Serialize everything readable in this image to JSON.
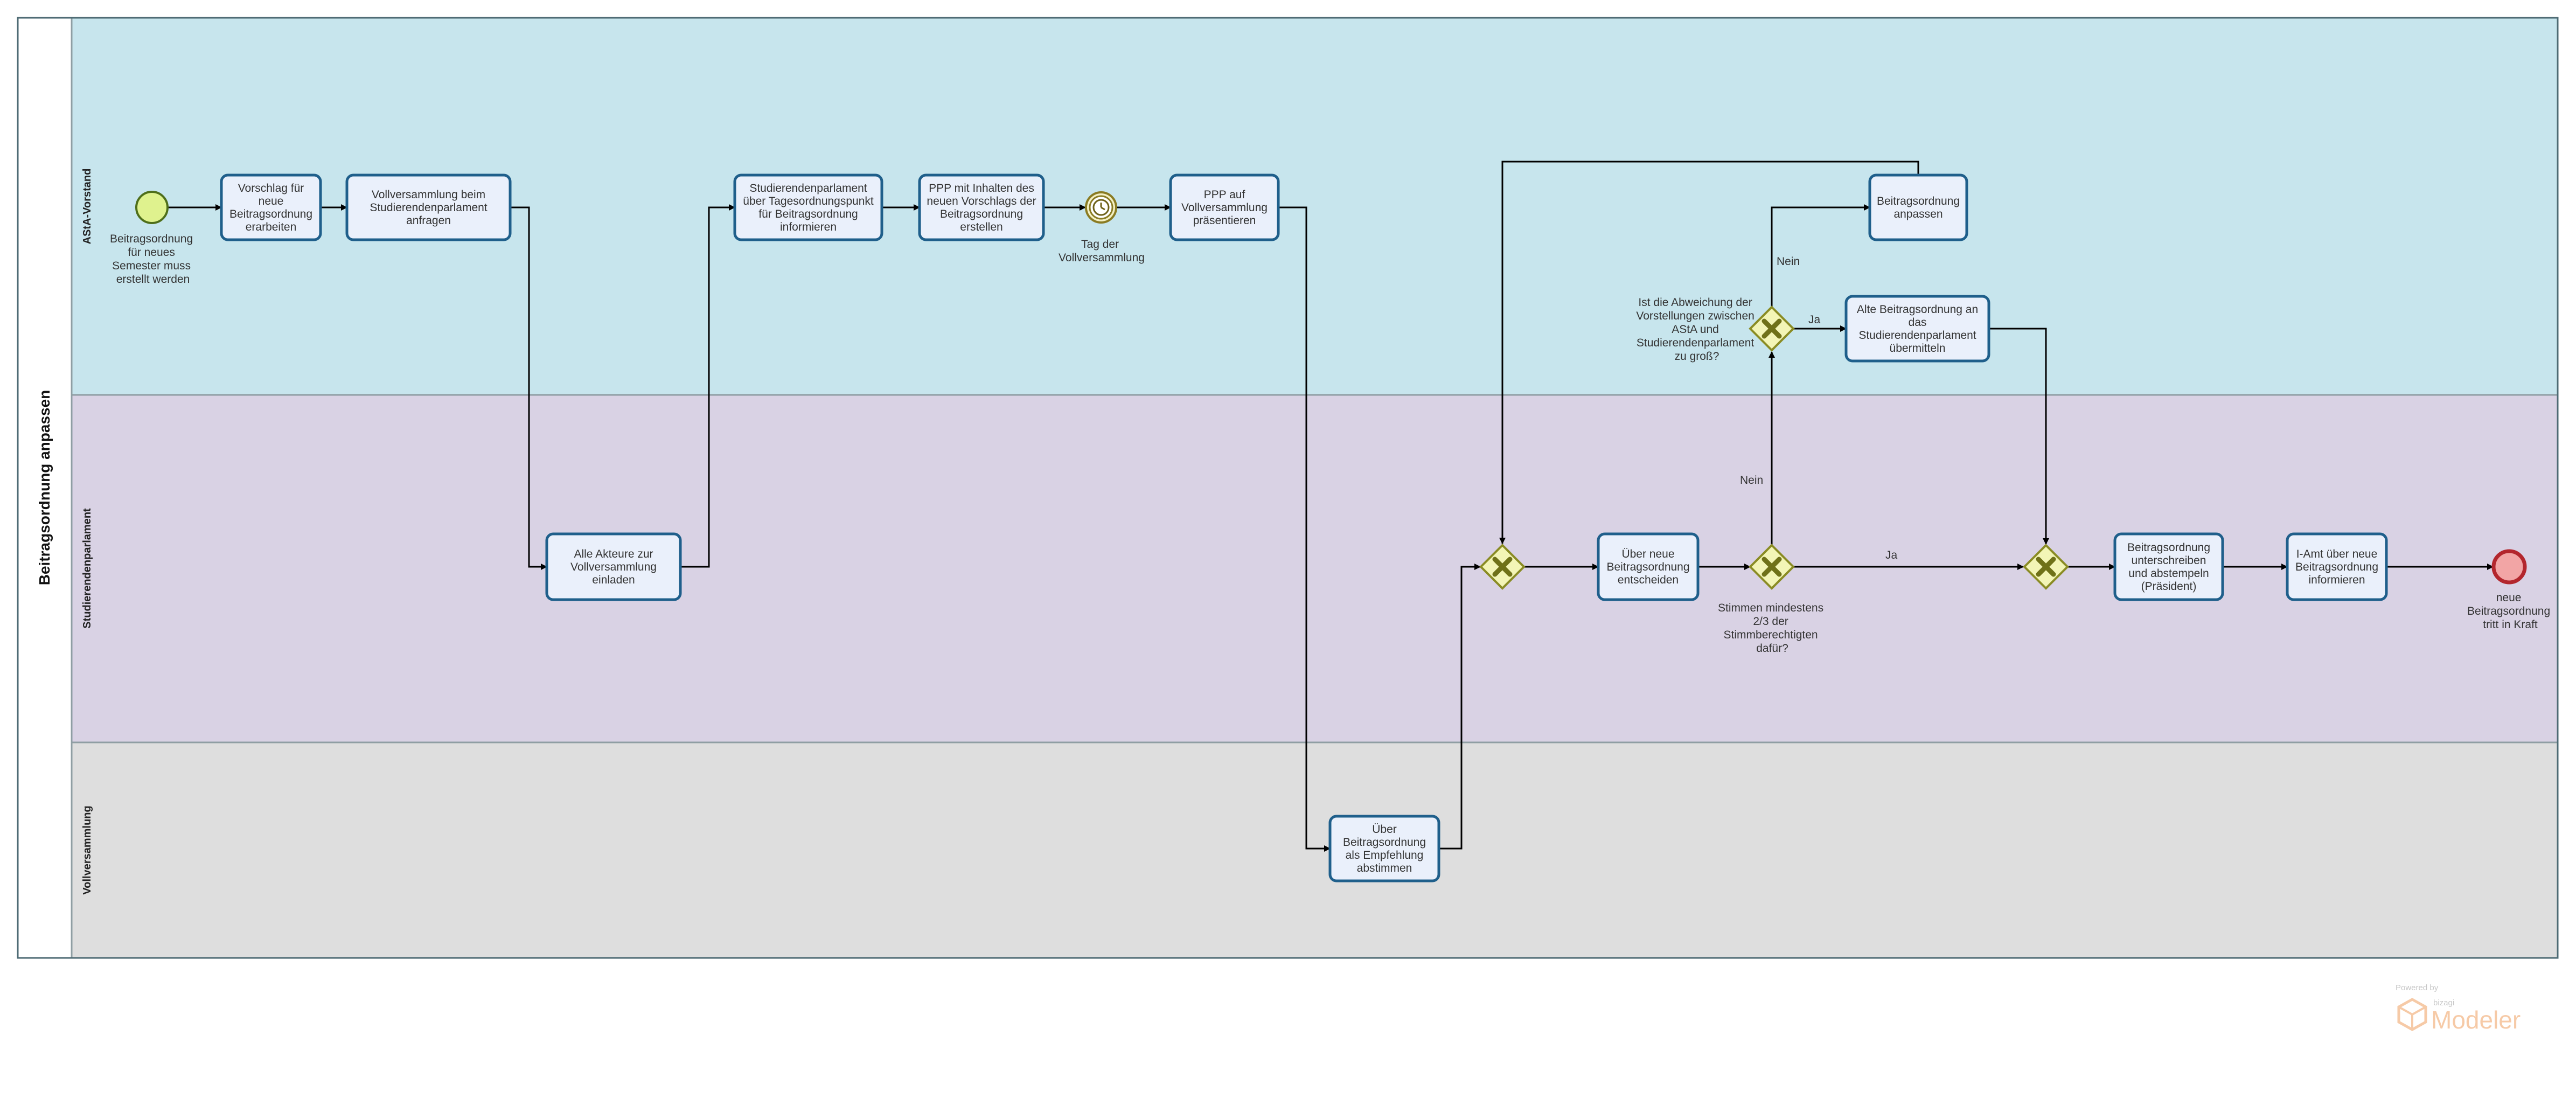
{
  "pool": {
    "title": "Beitragsordnung anpassen"
  },
  "lanes": [
    {
      "id": "asta",
      "title": "AStA-Vorstand",
      "color": "#c7e5ed"
    },
    {
      "id": "stupa",
      "title": "Studierendenparlament",
      "color": "#d9d2e4"
    },
    {
      "id": "vv",
      "title": "Vollversammlung",
      "color": "#dedede"
    }
  ],
  "colors": {
    "task_border": "#1f5f8b",
    "task_fill": "#eaf0fb",
    "gateway_fill": "#f3f5b6",
    "start_fill": "#dff28e",
    "end_fill": "#f2a5a5",
    "end_stroke": "#b3262d"
  },
  "events": {
    "start": {
      "label": [
        "Beitragsordnung",
        "für neues",
        "Semester muss",
        "erstellt werden"
      ]
    },
    "timer": {
      "label": [
        "Tag der",
        "Vollversammlung"
      ]
    },
    "end": {
      "label": [
        "neue",
        "Beitragsordnung",
        "tritt in Kraft"
      ]
    }
  },
  "tasks": [
    {
      "id": "t1",
      "lines": [
        "Vorschlag für",
        "neue",
        "Beitragsordnung",
        "erarbeiten"
      ]
    },
    {
      "id": "t2",
      "lines": [
        "Vollversammlung beim",
        "Studierendenparlament",
        "anfragen"
      ]
    },
    {
      "id": "t3",
      "lines": [
        "Alle Akteure zur",
        "Vollversammlung",
        "einladen"
      ]
    },
    {
      "id": "t4",
      "lines": [
        "Studierendenparlament",
        "über Tagesordnungspunkt",
        "für Beitragsordnung",
        "informieren"
      ]
    },
    {
      "id": "t5",
      "lines": [
        "PPP mit Inhalten des",
        "neuen Vorschlags der",
        "Beitragsordnung",
        "erstellen"
      ]
    },
    {
      "id": "t6",
      "lines": [
        "PPP auf",
        "Vollversammlung",
        "präsentieren"
      ]
    },
    {
      "id": "t7",
      "lines": [
        "Über",
        "Beitragsordnung",
        "als Empfehlung",
        "abstimmen"
      ]
    },
    {
      "id": "t8",
      "lines": [
        "Über neue",
        "Beitragsordnung",
        "entscheiden"
      ]
    },
    {
      "id": "t9",
      "lines": [
        "Beitragsordnung",
        "anpassen"
      ]
    },
    {
      "id": "t10",
      "lines": [
        "Alte Beitragsordnung an",
        "das",
        "Studierendenparlament",
        "übermitteln"
      ]
    },
    {
      "id": "t11",
      "lines": [
        "Beitragsordnung",
        "unterschreiben",
        "und abstempeln",
        "(Präsident)"
      ]
    },
    {
      "id": "t12",
      "lines": [
        "I-Amt über neue",
        "Beitragsordnung",
        "informieren"
      ]
    }
  ],
  "gateways": {
    "abweichung": {
      "label": [
        "Ist die Abweichung der",
        "Vorstellungen zwischen",
        "AStA und",
        "Studierendenparlament",
        "zu groß?"
      ]
    },
    "stimmen": {
      "label": [
        "Stimmen mindestens",
        "2/3 der",
        "Stimmberechtigten",
        "dafür?"
      ]
    }
  },
  "flow_labels": {
    "nein_top": "Nein",
    "ja_top": "Ja",
    "nein_mid": "Nein",
    "ja_mid": "Ja"
  },
  "watermark": {
    "powered": "Powered by",
    "brand_small": "bizagi",
    "brand": "Modeler"
  }
}
